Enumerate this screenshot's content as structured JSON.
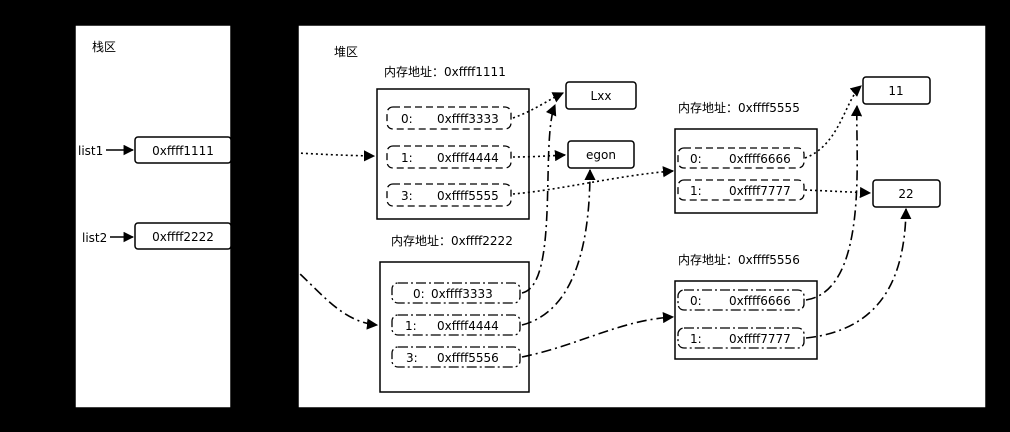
{
  "colors": {
    "background": "#000000",
    "panel": "#ffffff",
    "stroke": "#000000"
  },
  "stack": {
    "title": "栈区",
    "vars": [
      {
        "name": "list1",
        "value": "0xffff1111"
      },
      {
        "name": "list2",
        "value": "0xffff2222"
      }
    ]
  },
  "heap": {
    "title": "堆区",
    "addr_prefix": "内存地址：",
    "lists": [
      {
        "addr": "0xffff1111",
        "slots": [
          {
            "idx": "0:",
            "val": "0xffff3333"
          },
          {
            "idx": "1:",
            "val": "0xffff4444"
          },
          {
            "idx": "3:",
            "val": "0xffff5555"
          }
        ]
      },
      {
        "addr": "0xffff2222",
        "slots": [
          {
            "idx": "0:",
            "val": "0xffff3333"
          },
          {
            "idx": "1:",
            "val": "0xffff4444"
          },
          {
            "idx": "3:",
            "val": "0xffff5556"
          }
        ]
      },
      {
        "addr": "0xffff5555",
        "slots": [
          {
            "idx": "0:",
            "val": "0xffff6666"
          },
          {
            "idx": "1:",
            "val": "0xffff7777"
          }
        ]
      },
      {
        "addr": "0xffff5556",
        "slots": [
          {
            "idx": "0:",
            "val": "0xffff6666"
          },
          {
            "idx": "1:",
            "val": "0xffff7777"
          }
        ]
      }
    ],
    "values": [
      "Lxx",
      "egon",
      "11",
      "22"
    ]
  }
}
